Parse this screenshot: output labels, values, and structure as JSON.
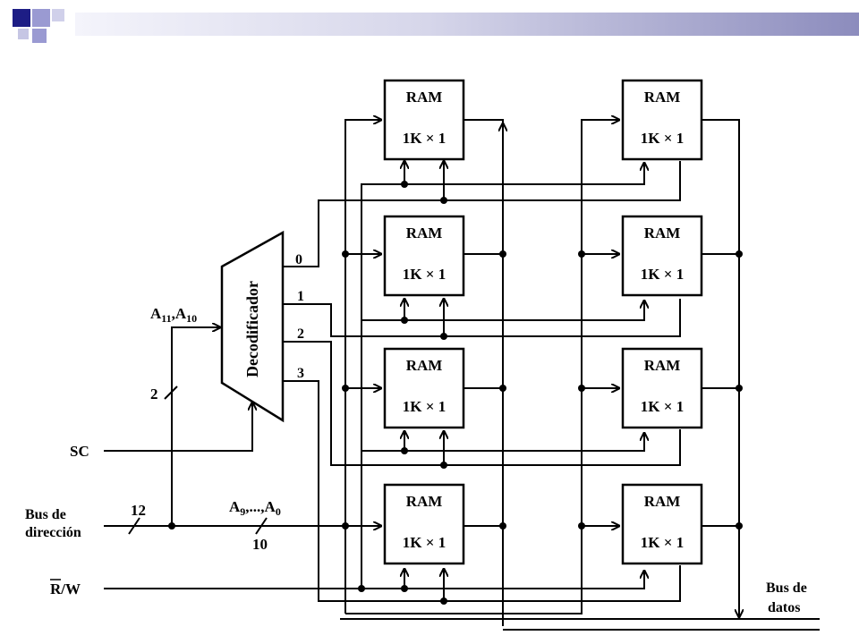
{
  "header": {
    "logo_colors": [
      "#1d1d85",
      "#9a9ad2",
      "#d0d0ea"
    ]
  },
  "diagram": {
    "decoder_label": "Decodificador",
    "decoder_outputs": [
      "0",
      "1",
      "2",
      "3"
    ],
    "decoder_input_label": "A11,A10",
    "decoder_input_width": "2",
    "chip_select_label": "SC",
    "address_bus_label_line1": "Bus de",
    "address_bus_label_line2": "dirección",
    "address_bus_width": "12",
    "low_address_label": "A9,...,A0",
    "low_address_width": "10",
    "rw_label": "R/W",
    "data_bus_label_line1": "Bus de",
    "data_bus_label_line2": "datos",
    "ram_title": "RAM",
    "ram_size": "1K × 1",
    "ram_columns": 2,
    "ram_rows": 4
  }
}
